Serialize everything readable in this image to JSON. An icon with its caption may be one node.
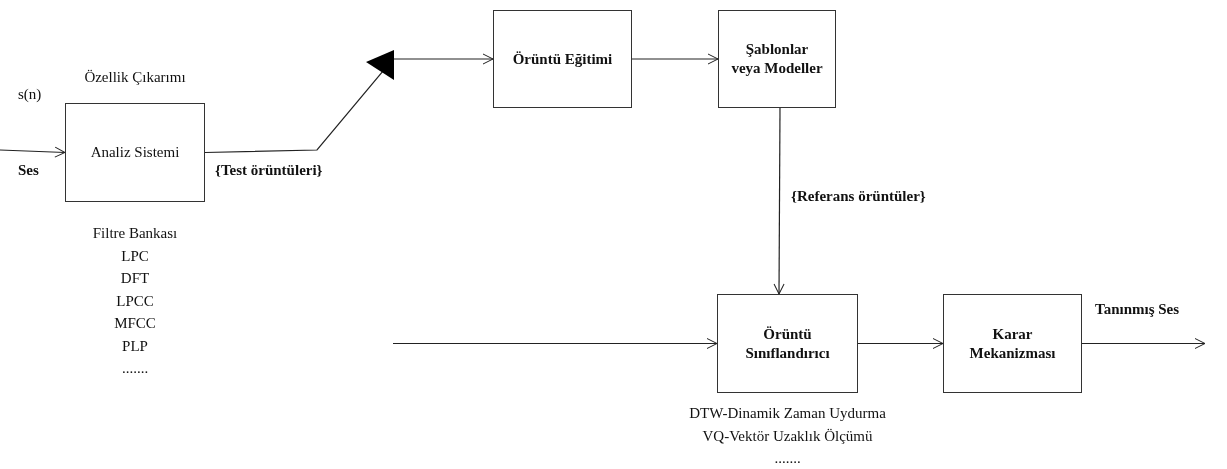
{
  "diagram": {
    "nodes": [
      {
        "text": [
          "Özellik Çıkarımı",
          "Analiz Sistemi"
        ],
        "beside": [
          "Filtre Bankası",
          "LPC",
          "DFT",
          "LPCC",
          "MFCC",
          "PLP",
          "......."
        ]
      },
      {
        "text": [
          "Örüntü Eğitimi"
        ]
      },
      {
        "text": [
          "Şablonlar veya Modeller"
        ]
      },
      {
        "text": [
          "Örüntü Sınıflandırıcı"
        ],
        "beside": [
          "DTW-Dinamik Zaman Uydurma",
          "VQ-Vektör Uzaklık Ölçümü",
          "......."
        ]
      },
      {
        "text": [
          "Karar Mekanizması"
        ]
      }
    ],
    "edges": [
      {
        "from": null,
        "to": 0,
        "arrow": "to",
        "label": "s(n)"
      },
      {
        "from": 0,
        "to": 1,
        "arrow": "to",
        "label": "{Test örüntüleri}"
      },
      {
        "from": 1,
        "to": 2,
        "arrow": "to"
      },
      {
        "from": 2,
        "to": 3,
        "arrow": "to",
        "label": "{Referans örüntüler}"
      },
      {
        "from": null,
        "to": 3,
        "arrow": "to"
      },
      {
        "from": 3,
        "to": 4,
        "arrow": "to"
      },
      {
        "from": 4,
        "to": null,
        "arrow": "to",
        "label": "Tanınmış Ses"
      }
    ],
    "labels": [
      "Ses"
    ]
  }
}
